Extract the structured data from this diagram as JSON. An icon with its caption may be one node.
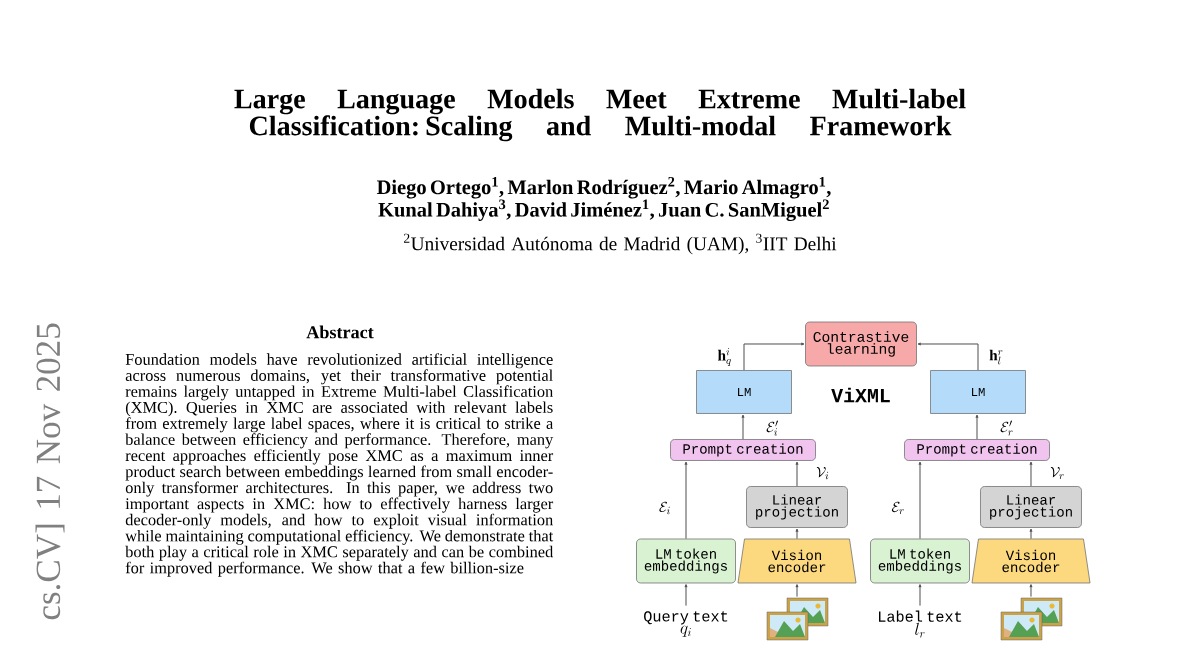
{
  "diagram": {
    "title": "Large Language Models Meet Extreme Multi-label Classification: Scaling and Multi-modal Framework",
    "nodes": [
      {
        "text": [
          "Contrastive learning"
        ]
      },
      {
        "text": [
          "LM"
        ]
      },
      {
        "text": [
          "LM"
        ]
      },
      {
        "text": [
          "Prompt creation"
        ]
      },
      {
        "text": [
          "Prompt creation"
        ]
      },
      {
        "text": [
          "Linear projection"
        ]
      },
      {
        "text": [
          "Linear projection"
        ]
      },
      {
        "text": [
          "LM token embeddings"
        ]
      },
      {
        "text": [
          "Vision encoder"
        ]
      },
      {
        "text": [
          "LM token embeddings"
        ]
      },
      {
        "text": [
          "Vision encoder"
        ]
      },
      {
        "text": [
          "Query text",
          "q_i"
        ]
      },
      {
        "text": [],
        "shape": "picture"
      },
      {
        "text": [
          "Label text",
          "l_r"
        ]
      },
      {
        "text": [],
        "shape": "picture"
      }
    ],
    "edges": [
      {
        "from": 1,
        "to": 0,
        "arrow": "to",
        "label": "\\mathbf{h}_q^i"
      },
      {
        "from": 2,
        "to": 0,
        "arrow": "to",
        "label": "\\mathbf{h}_l^r"
      },
      {
        "from": 3,
        "to": 1,
        "arrow": "to",
        "label": "\\mathcal{E}_i'"
      },
      {
        "from": 4,
        "to": 2,
        "arrow": "to",
        "label": "\\mathcal{E}_r'"
      },
      {
        "from": 7,
        "to": 3,
        "arrow": "to",
        "label": "\\mathcal{E}_i"
      },
      {
        "from": 5,
        "to": 3,
        "arrow": "to",
        "label": "\\mathcal{V}_i"
      },
      {
        "from": 9,
        "to": 4,
        "arrow": "to",
        "label": "\\mathcal{E}_r"
      },
      {
        "from": 6,
        "to": 4,
        "arrow": "to",
        "label": "\\mathcal{V}_r"
      },
      {
        "from": 8,
        "to": 5,
        "arrow": "to"
      },
      {
        "from": 10,
        "to": 6,
        "arrow": "to"
      },
      {
        "from": 11,
        "to": 7,
        "arrow": "to"
      },
      {
        "from": 12,
        "to": 8,
        "arrow": "to"
      },
      {
        "from": 13,
        "to": 9,
        "arrow": "to"
      },
      {
        "from": 14,
        "to": 10,
        "arrow": "to"
      }
    ],
    "labels": [
      "Diego Ortego$^{1}$, Marlon Rodríguez$^{2}$, Mario Almagro$^{1}$, Kunal Dahiya$^{3}$, David Jiménez$^{1}$, Juan C. SanMiguel$^{2}$",
      "$^{2}$Universidad Autónoma de Madrid (UAM), $^{3}$IIT Delhi",
      "Abstract",
      "Foundation models have revolutionized artificial intelligence across numerous domains, yet their transformative potential remains largely untapped in Extreme Multi-label Classification (XMC). Queries in XMC are associated with relevant labels from extremely large label spaces, where it is critical to strike a balance between efficiency and performance. Therefore, many recent approaches efficiently pose XMC as a maximum inner product search between embeddings learned from small encoder-only transformer architectures. In this paper, we address two important aspects in XMC: how to effectively harness larger decoder-only models, and how to exploit visual information while maintaining computational efficiency. We demonstrate that both play a critical role in XMC separately and can be combined for improved performance. We show that a few billion-size",
      "cs.CV]  17 Nov 2025",
      "ViXML"
    ]
  }
}
